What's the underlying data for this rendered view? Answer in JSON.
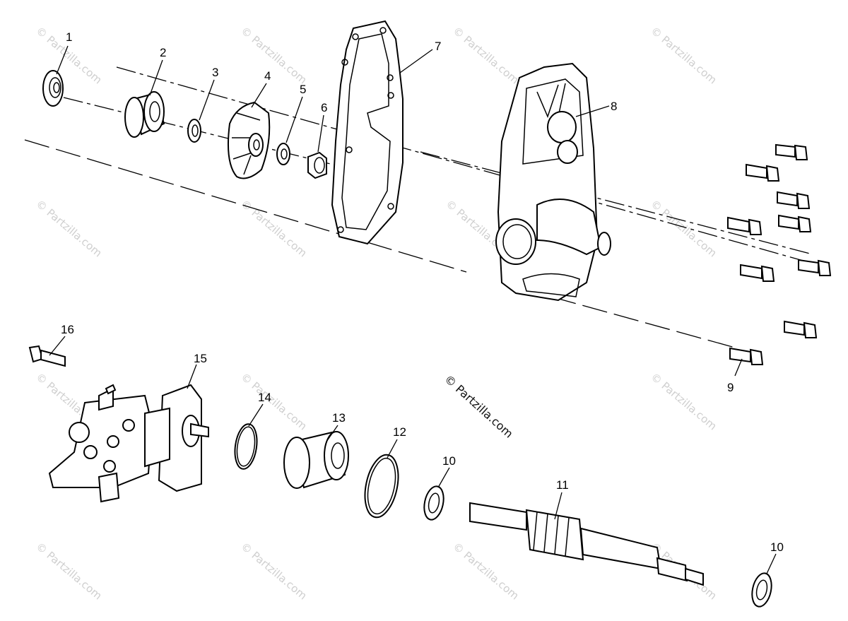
{
  "callouts": {
    "c1": "1",
    "c2": "2",
    "c3": "3",
    "c4": "4",
    "c5": "5",
    "c6": "6",
    "c7": "7",
    "c8": "8",
    "c9": "9",
    "c10a": "10",
    "c10b": "10",
    "c11": "11",
    "c12": "12",
    "c13": "13",
    "c14": "14",
    "c15": "15",
    "c16": "16"
  },
  "watermark": {
    "main": "© Partzilla.com",
    "faint": "© Partzilla.com"
  }
}
